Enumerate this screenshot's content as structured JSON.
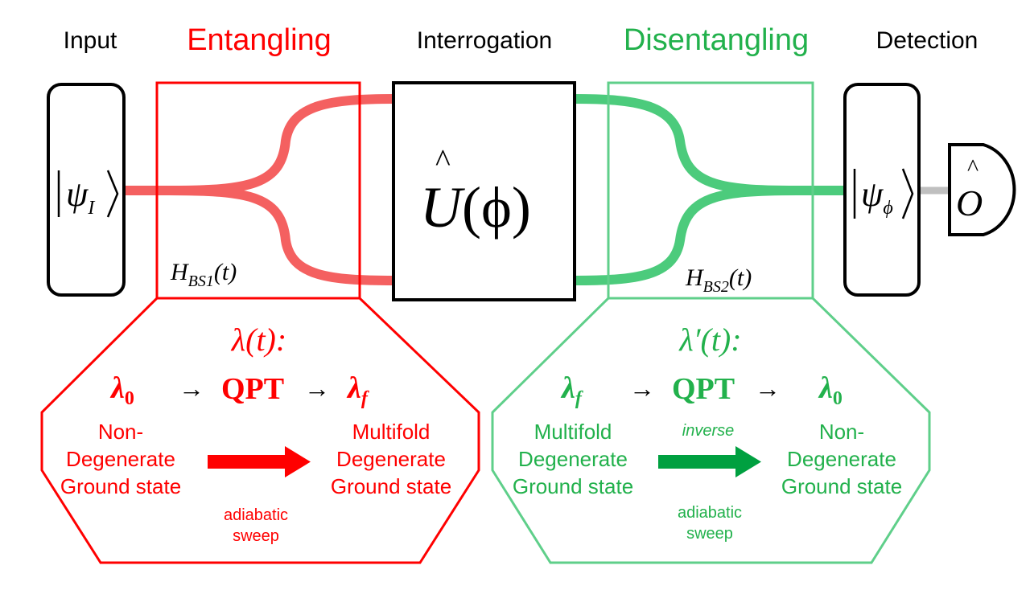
{
  "stages": {
    "input": "Input",
    "entangling": "Entangling",
    "interrogation": "Interrogation",
    "disentangling": "Disentangling",
    "detection": "Detection"
  },
  "states": {
    "initial_psi": "ψ",
    "initial_sub": "I",
    "final_psi": "ψ",
    "final_sub": "ϕ"
  },
  "operator": {
    "unitary_letter": "U",
    "unitary_arg": "(ϕ)",
    "observable_letter": "O"
  },
  "hamiltonians": {
    "bs1_main": "H",
    "bs1_sub": "BS1",
    "bs1_arg": "(t)",
    "bs2_main": "H",
    "bs2_sub": "BS2",
    "bs2_arg": "(t)"
  },
  "left_panel": {
    "param": "λ(t):",
    "start_lambda": "λ",
    "start_sub": "0",
    "arrow1": "→",
    "qpt": "QPT",
    "arrow2": "→",
    "end_lambda": "λ",
    "end_sub": "f",
    "from_state": [
      "Non-",
      "Degenerate",
      "Ground state"
    ],
    "to_state": [
      "Multifold",
      "Degenerate",
      "Ground state"
    ],
    "sweep": [
      "adiabatic",
      "sweep"
    ]
  },
  "right_panel": {
    "param": "λ′(t):",
    "start_lambda": "λ",
    "start_sub": "f",
    "arrow1": "→",
    "qpt": "QPT",
    "arrow2": "→",
    "end_lambda": "λ",
    "end_sub": "0",
    "from_state": [
      "Multifold",
      "Degenerate",
      "Ground state"
    ],
    "to_state": [
      "Non-",
      "Degenerate",
      "Ground state"
    ],
    "inverse": "inverse",
    "sweep": [
      "adiabatic",
      "sweep"
    ]
  },
  "colors": {
    "red": "#ff0000",
    "red_path": "#f46060",
    "green_text": "#22b14c",
    "green_box": "#5fcf8a",
    "green_path": "#4ccb7c",
    "green_arrow": "#00a040",
    "black": "#000000",
    "connector": "#bfbfbf"
  }
}
